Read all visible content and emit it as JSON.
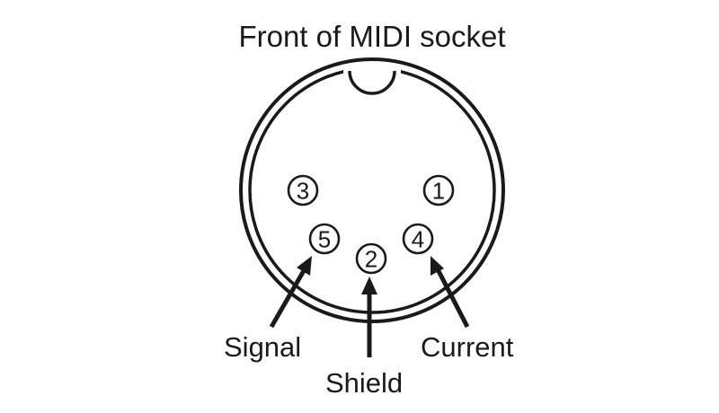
{
  "title": "Front of MIDI socket",
  "pins": [
    {
      "number": "3"
    },
    {
      "number": "1"
    },
    {
      "number": "5"
    },
    {
      "number": "2"
    },
    {
      "number": "4"
    }
  ],
  "labels": {
    "signal": "Signal",
    "shield": "Shield",
    "current": "Current"
  },
  "colors": {
    "stroke": "#1a1a1a",
    "background": "#ffffff"
  }
}
